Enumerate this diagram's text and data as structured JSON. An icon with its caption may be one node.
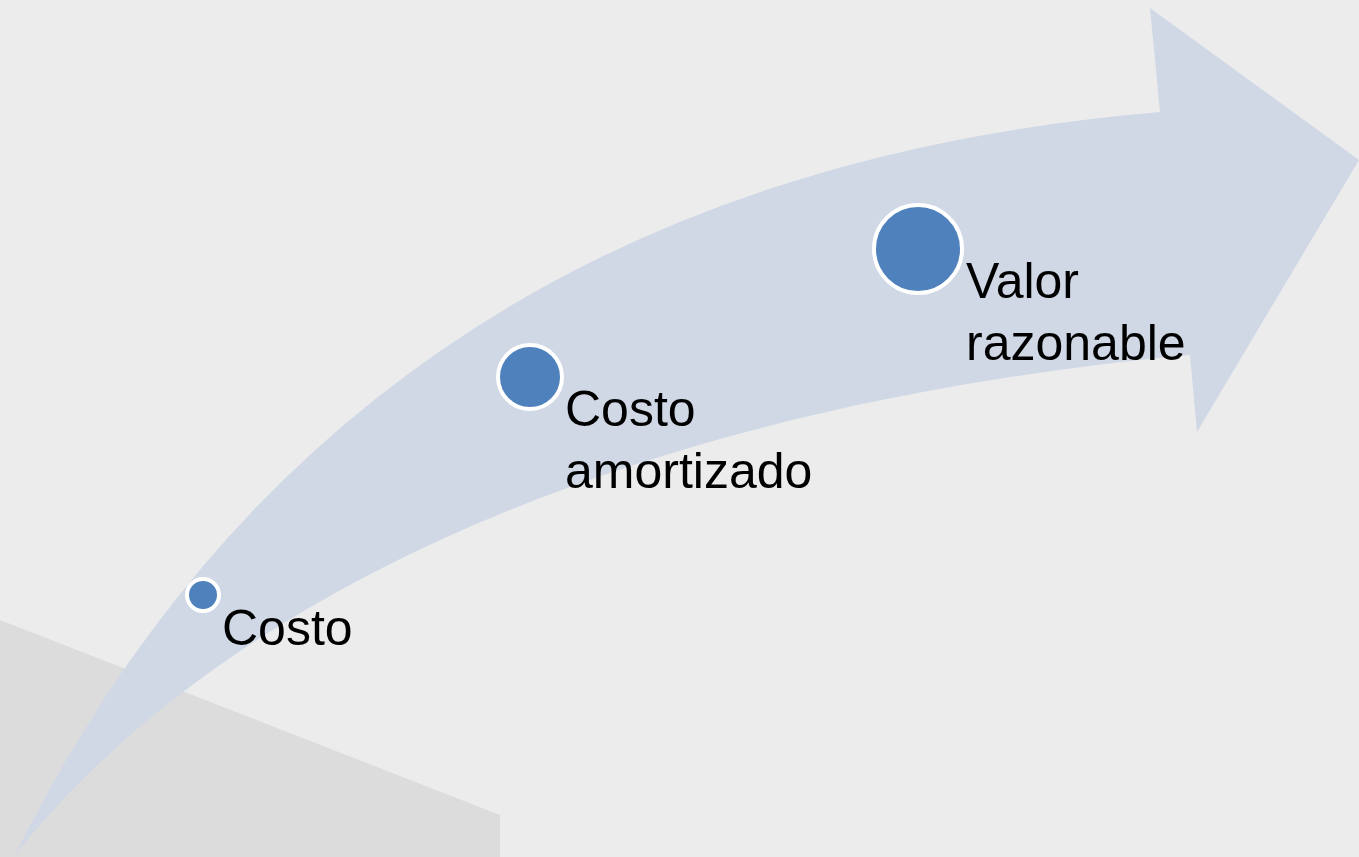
{
  "diagram": {
    "nodes": [
      {
        "text": [],
        "shape": "circle",
        "beside": [
          "Costo"
        ]
      },
      {
        "text": [],
        "shape": "circle",
        "beside": [
          "Costo amortizado"
        ]
      },
      {
        "text": [],
        "shape": "circle",
        "beside": [
          "Valor razonable"
        ]
      }
    ],
    "edges": []
  }
}
